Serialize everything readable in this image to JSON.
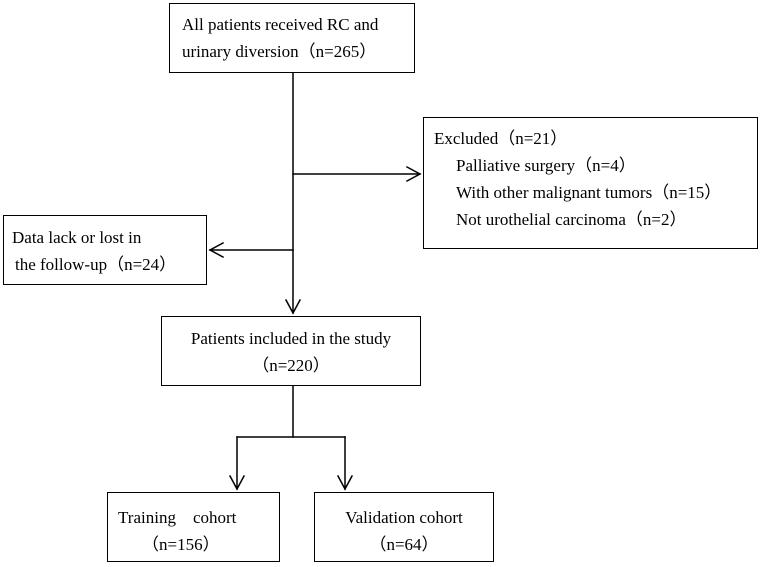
{
  "flowchart": {
    "start": {
      "line1": "All patients received RC and",
      "line2": "urinary diversion（n=265）"
    },
    "excluded": {
      "heading": "Excluded（n=21）",
      "items": [
        "Palliative surgery（n=4）",
        "With other malignant tumors（n=15）",
        "Not urothelial carcinoma（n=2）"
      ]
    },
    "data_lack": {
      "line1": "Data lack or lost in",
      "line2": "the follow-up（n=24）"
    },
    "included": {
      "line1": "Patients included in the study",
      "line2": "（n=220）"
    },
    "training": {
      "line1": "Training    cohort",
      "line2": "（n=156）"
    },
    "validation": {
      "line1": "Validation cohort",
      "line2": "（n=64）"
    }
  },
  "colors": {
    "stroke": "#000000",
    "background": "#ffffff"
  }
}
